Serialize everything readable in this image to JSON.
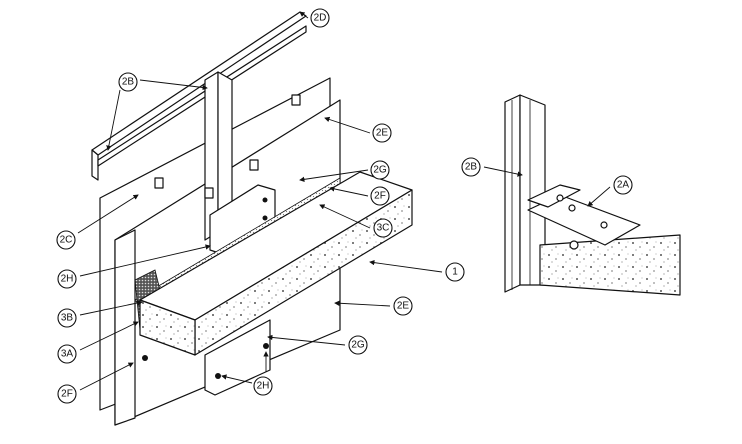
{
  "main_view": {
    "callouts": [
      "2D",
      "2B",
      "2E",
      "2G",
      "2F",
      "3C",
      "2C",
      "2H",
      "1",
      "3B",
      "3A",
      "2E",
      "2G",
      "2F",
      "2H"
    ]
  },
  "detail_view": {
    "callouts": [
      "2B",
      "2A"
    ]
  },
  "colors": {
    "line": "#111111",
    "background": "#ffffff"
  }
}
